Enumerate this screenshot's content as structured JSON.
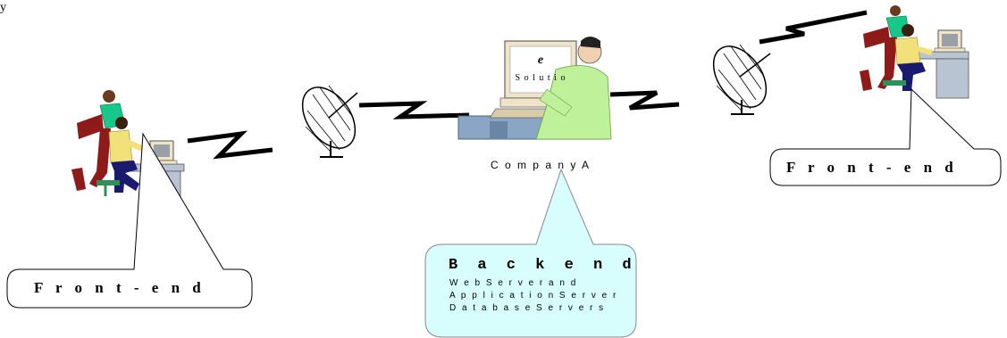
{
  "caption": "y",
  "front_end_left": {
    "label": "F r o n t - e n d"
  },
  "front_end_right": {
    "label": "F r o n t - e n d"
  },
  "company": {
    "name": "C o m p a n y  A",
    "screen_letter": "e",
    "screen_text": "S o l u t i o"
  },
  "backend": {
    "title": "B a c k e n d",
    "lines": [
      "W e b  S e r v e r  a n d",
      "A p p l i c a t i o n  S e r v e r",
      "D a t a b a s e  S e r v e r s"
    ]
  },
  "colors": {
    "shirt_green": "#16c88a",
    "shirt_yellow": "#f2e07a",
    "pants_red": "#8e1a1a",
    "pants_navy": "#1a1a6e",
    "desk_blue": "#8aa6c4",
    "monitor_beige": "#efe4c8",
    "callout_cyan": "#d7fdfd",
    "man_green": "#bff09a"
  }
}
